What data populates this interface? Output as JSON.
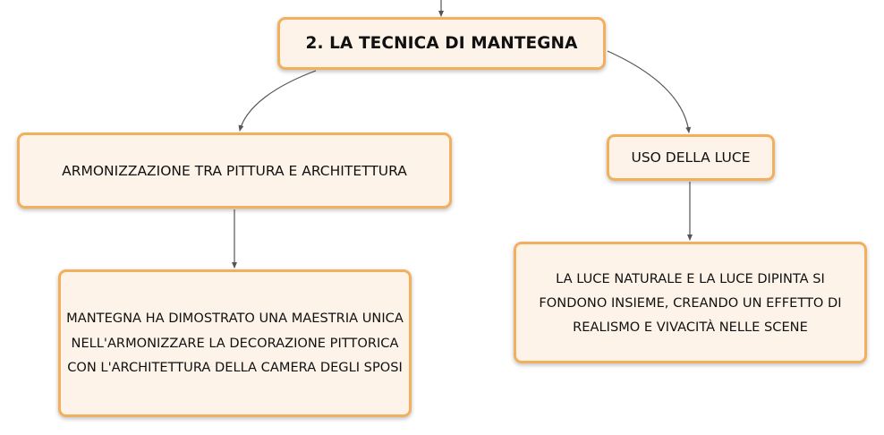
{
  "map": {
    "title": "2. LA TECNICA DI MANTEGNA",
    "left_topic": "ARMONIZZAZIONE TRA PITTURA E ARCHITETTURA",
    "right_topic": "USO DELLA LUCE",
    "left_detail": "MANTEGNA HA DIMOSTRATO UNA MAESTRIA UNICA NELL'ARMONIZZARE LA DECORAZIONE PITTORICA CON L'ARCHITETTURA DELLA CAMERA DEGLI SPOSI",
    "right_detail": "LA LUCE NATURALE E LA LUCE DIPINTA SI FONDONO INSIEME, CREANDO UN EFFETTO DI REALISMO E VIVACITÀ NELLE SCENE"
  },
  "style": {
    "node_fill": "#fdf3e9",
    "node_border": "#f2b05e",
    "connector_color": "#555555"
  }
}
